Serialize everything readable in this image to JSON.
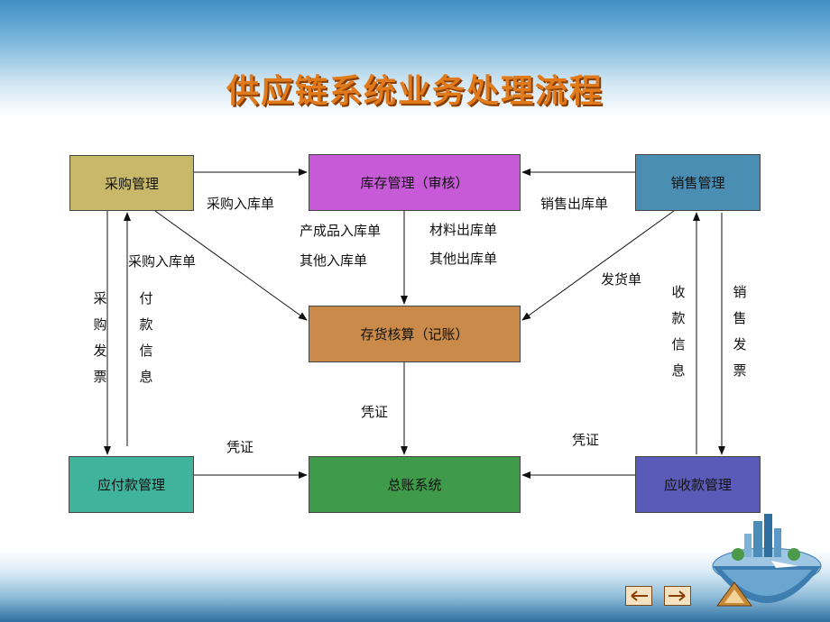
{
  "title": "供应链系统业务处理流程",
  "boxes": {
    "purchase": "采购管理",
    "inventory": "库存管理（审核）",
    "sales": "销售管理",
    "costing": "存货核算（记账）",
    "payable": "应付款管理",
    "ledger": "总账系统",
    "receivable": "应收款管理"
  },
  "labels": {
    "purchase_in_top": "采购入库单",
    "sales_out_top": "销售出库单",
    "product_in": "产成品入库单",
    "other_in": "其他入库单",
    "material_out": "材料出库单",
    "other_out": "其他出库单",
    "purchase_in_diag": "采购入库单",
    "shipping": "发货单",
    "voucher_center": "凭证",
    "voucher_left": "凭证",
    "voucher_right": "凭证"
  },
  "vertical_labels": {
    "purchase_invoice": [
      "采",
      "购",
      "发",
      "票"
    ],
    "payment_info": [
      "付",
      "款",
      "信",
      "息"
    ],
    "receipt_info": [
      "收",
      "款",
      "信",
      "息"
    ],
    "sales_invoice": [
      "销",
      "售",
      "发",
      "票"
    ]
  },
  "colors": {
    "purchase": "#c8b96a",
    "inventory": "#c75ad6",
    "sales": "#4a8fb3",
    "costing": "#c98a4a",
    "payable": "#3fb39c",
    "ledger": "#3f9a4a",
    "receivable": "#5a5ab8"
  }
}
